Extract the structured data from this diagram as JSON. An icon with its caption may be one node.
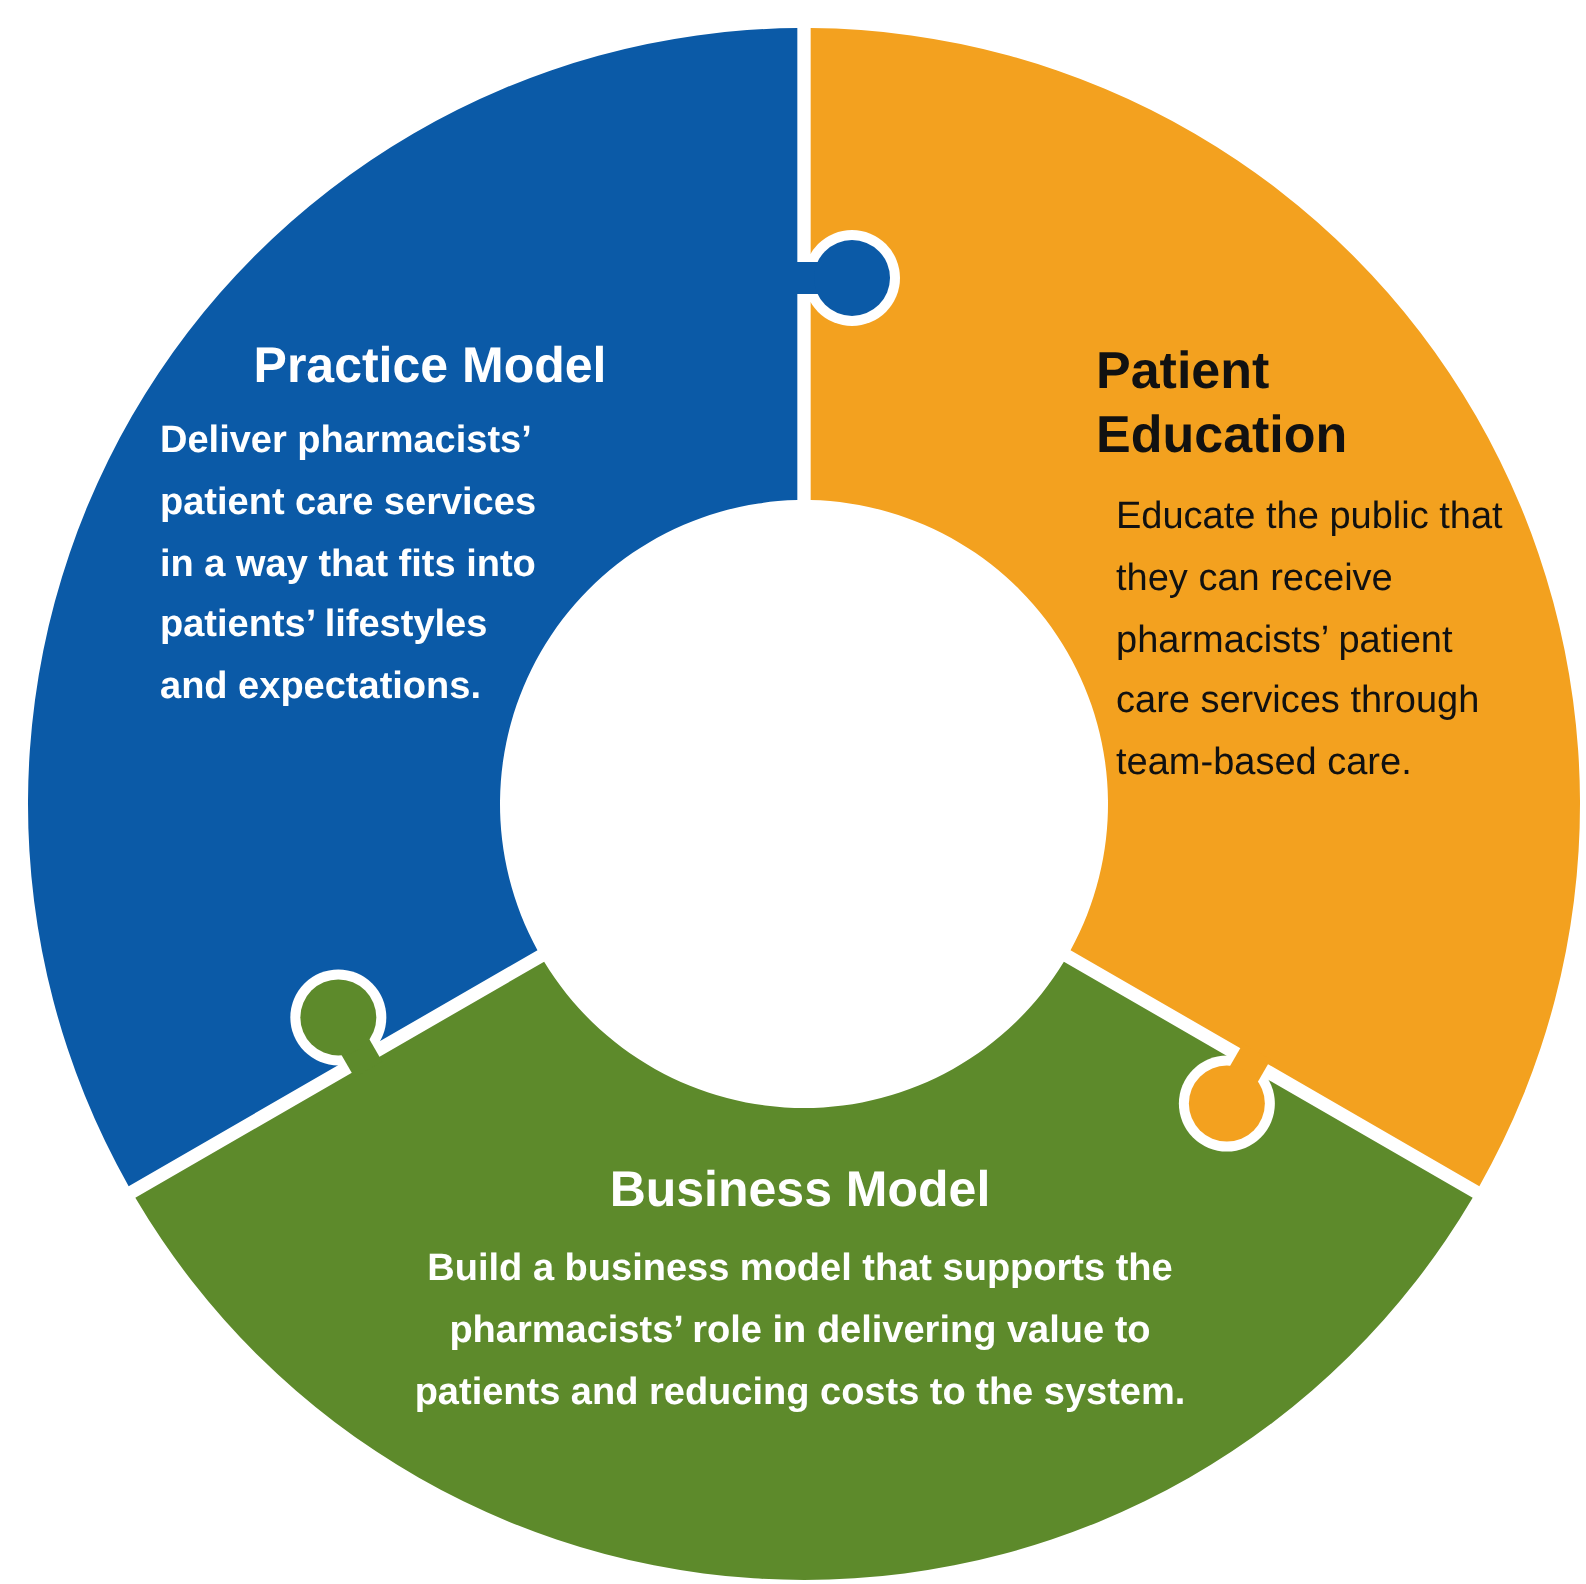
{
  "diagram": {
    "nodes": [
      {
        "text": [
          "Practice Model",
          "Deliver pharmacists’ patient care services in a way that fits into patients’ lifestyles and expectations."
        ]
      },
      {
        "text": [
          "Patient Education",
          "Educate the public that they can receive pharmacists’ patient care services through team-based care."
        ]
      },
      {
        "text": [
          "Business Model",
          "Build a business model that supports the pharmacists’ role in delivering value to patients and reducing costs to the system."
        ]
      }
    ]
  }
}
